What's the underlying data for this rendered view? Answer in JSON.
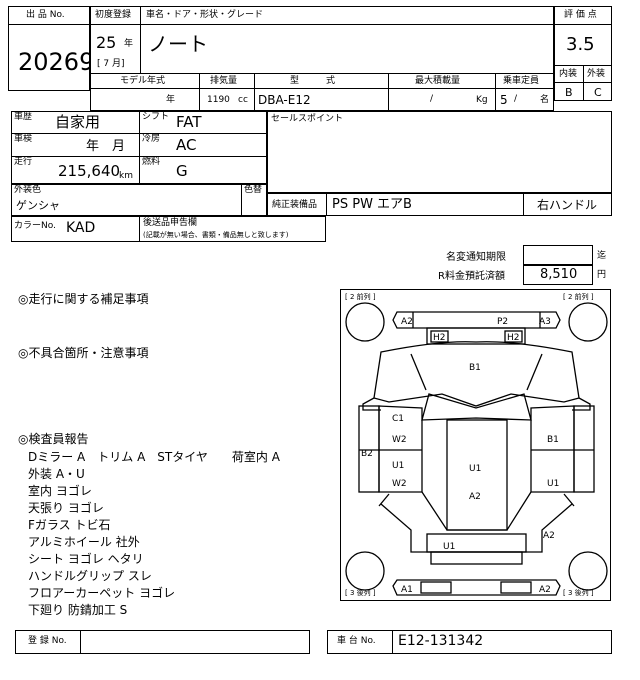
{
  "header": {
    "lot_label": "出 品 No.",
    "lot_no": "20269",
    "reg_label": "初度登録",
    "year": "25",
    "year_unit": "年",
    "month": "[ 7 月]",
    "car_label": "車名・ドア・形状・グレード",
    "car_name": "ノート",
    "score_label": "評 価 点",
    "score": "3.5",
    "interior_label": "内装",
    "interior": "B",
    "exterior_label": "外装",
    "exterior": "C"
  },
  "spec_row": {
    "model_year_label": "モデル年式",
    "model_year_unit": "年",
    "displacement_label": "排気量",
    "displacement": "1190",
    "displacement_unit": "cc",
    "type_label": "型　　　式",
    "type_value": "DBA-E12",
    "max_load_label": "最大積載量",
    "max_load": "/",
    "max_load_unit": "Kg",
    "capacity_label": "乗車定員",
    "capacity": "5",
    "capacity_sep": "/",
    "capacity_unit": "名"
  },
  "details": {
    "history_label": "車歴",
    "history": "自家用",
    "shift_label": "シフト",
    "shift": "FAT",
    "inspection_label": "車検",
    "inspection": "年　月",
    "ac_label": "冷房",
    "ac": "AC",
    "mileage_label": "走行",
    "mileage": "215,640",
    "mileage_unit": "km",
    "fuel_label": "燃料",
    "fuel": "G",
    "sales_point_label": "セールスポイント",
    "color_label": "外装色",
    "color": "ゲンシャ",
    "repaint_label": "色替",
    "equipment_label": "純正装備品",
    "equipment": "PS PW エアB",
    "steering": "右ハンドル",
    "color_no_label": "カラーNo.",
    "color_no": "KAD",
    "aftermarket_label": "後送品申告欄",
    "aftermarket_note": "(記載が無い場合、書類・備品無しと致します)"
  },
  "deadline": {
    "name_change_label": "名変通知期限",
    "name_change_unit": "迄",
    "recycle_label": "R料金預託済額",
    "recycle_value": "8,510",
    "recycle_unit": "円"
  },
  "remarks": {
    "driving_title": "◎走行に関する補足事項",
    "defects_title": "◎不具合箇所・注意事項",
    "inspector_title": "◎検査員報告",
    "lines": [
      "Dミラー A　トリム A　STタイヤ　　荷室内 A",
      "外装 A・U",
      "室内 ヨゴレ",
      "天張り ヨゴレ",
      "Fガラス トビ石",
      "アルミホイール 社外",
      "シート ヨゴレ ヘタリ",
      "ハンドルグリップ スレ",
      "フロアーカーペット ヨゴレ",
      "下廻り 防錆加工 S"
    ]
  },
  "diagram": {
    "tag_front_left": "[ 2 前列 ]",
    "tag_front_right": "[ 2 前列 ]",
    "tag_rear_left": "[ 3 後列 ]",
    "tag_rear_right": "[ 3 後列 ]",
    "marks": {
      "front_bumper_left": "A2",
      "front_bumper_mid": "P2",
      "front_bumper_right": "A3",
      "grille_left": "H2",
      "grille_right": "H2",
      "hood": "B1",
      "left_front_fender": "C1",
      "left_front_door_lower": "W2",
      "left_side": "B2",
      "left_rear_door": "U1",
      "left_rear_door_lower": "W2",
      "right_front_door": "B1",
      "right_rear_door": "U1",
      "roof": "U1",
      "roof_rear": "A2",
      "rear_left_panel": "A2",
      "trunk": "U1",
      "rear_bumper_left": "A1",
      "rear_bumper_right": "A2"
    }
  },
  "footer": {
    "reg_no_label": "登 録 No.",
    "chassis_label": "車 台 No.",
    "chassis_no": "E12-131342"
  }
}
